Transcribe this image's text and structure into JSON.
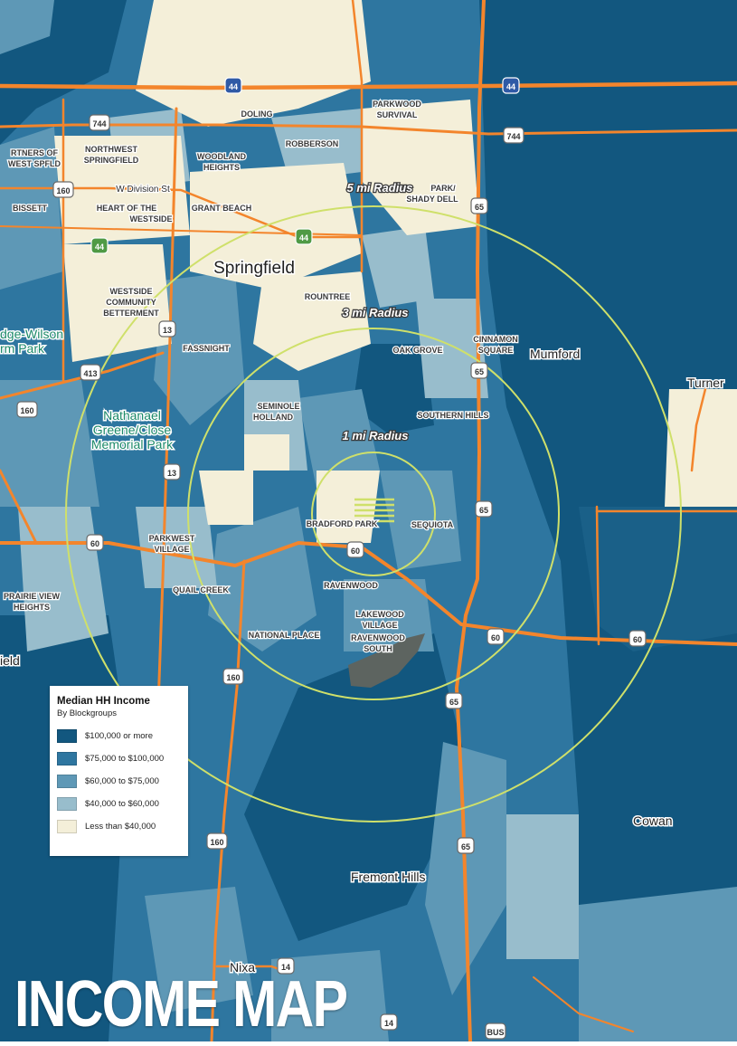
{
  "title": "INCOME MAP",
  "legend": {
    "title": "Median HH Income",
    "subtitle": "By Blockgroups",
    "items": [
      {
        "label": "$100,000 or more",
        "color": "#12577f"
      },
      {
        "label": "$75,000 to $100,000",
        "color": "#2e76a0"
      },
      {
        "label": "$60,000 to $75,000",
        "color": "#5e98b6"
      },
      {
        "label": "$40,000 to $60,000",
        "color": "#98bdcc"
      },
      {
        "label": "Less than $40,000",
        "color": "#f4efd9"
      }
    ]
  },
  "radius_labels": [
    "5 mi Radius",
    "3 mi Radius",
    "1 mi Radius"
  ],
  "ring_color": "#cfe06a",
  "road_color": "#f3852c",
  "highway_shields": [
    "44",
    "44",
    "44",
    "44",
    "744",
    "744",
    "160",
    "160",
    "160",
    "160",
    "13",
    "13",
    "413",
    "60",
    "60",
    "60",
    "60",
    "65",
    "65",
    "65",
    "65",
    "65",
    "65",
    "14",
    "14",
    "BUS"
  ],
  "city_labels": [
    "Springfield",
    "Mumford",
    "Turner",
    "Cowan",
    "Fremont Hills",
    "Nixa",
    "ield"
  ],
  "park_labels": [
    "Nathanael",
    "Greene/Close",
    "Memorial Park",
    "dge-Wilson",
    "rm Park"
  ],
  "road_labels": [
    "W Division St"
  ],
  "neighborhood_labels": [
    "DOLING",
    "PARKWOOD",
    "SURVIVAL",
    "ROBBERSON",
    "RTNERS OF",
    "WEST SPFLD",
    "NORTHWEST",
    "SPRINGFIELD",
    "WOODLAND",
    "HEIGHTS",
    "PARK/",
    "SHADY DELL",
    "BISSETT",
    "HEART OF THE",
    "WESTSIDE",
    "GRANT BEACH",
    "WESTSIDE",
    "COMMUNITY",
    "BETTERMENT",
    "ROUNTREE",
    "FASSNIGHT",
    "CINNAMON",
    "SQUARE",
    "OAK GROVE",
    "SEMINOLE",
    "HOLLAND",
    "SOUTHERN HILLS",
    "BRADFORD PARK",
    "SEQUIOTA",
    "PARKWEST",
    "VILLAGE",
    "QUAIL CREEK",
    "RAVENWOOD",
    "PRAIRIE VIEW",
    "HEIGHTS",
    "LAKEWOOD",
    "VILLAGE",
    "NATIONAL PLACE",
    "RAVENWOOD",
    "SOUTH"
  ]
}
